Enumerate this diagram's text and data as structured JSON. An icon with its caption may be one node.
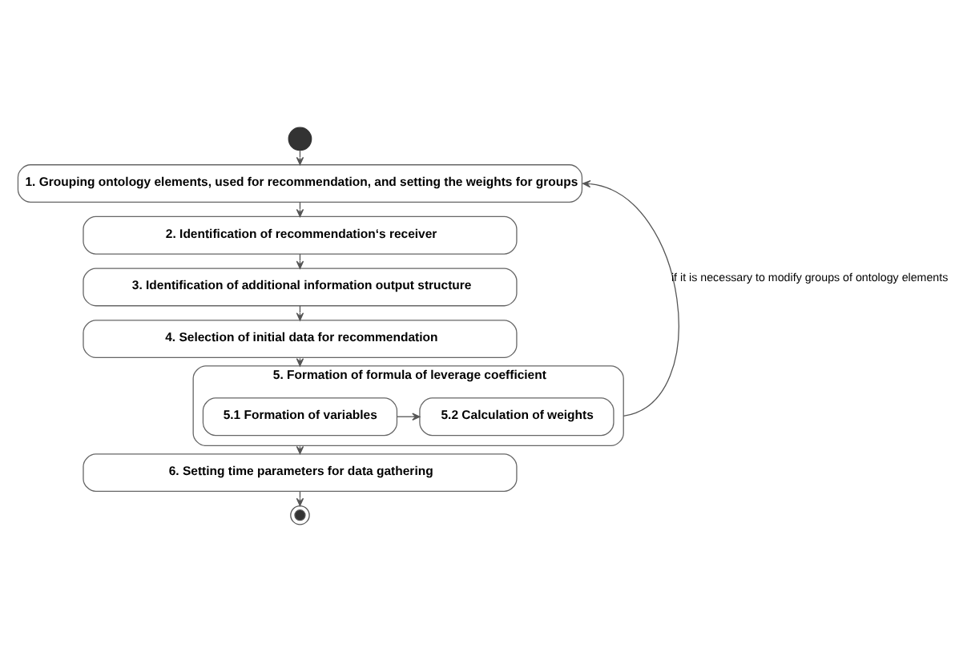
{
  "diagram": {
    "nodes": [
      {
        "text": [],
        "shape": "circle"
      },
      {
        "text": [
          "1. Grouping ontology elements, used for recommendation, and setting the weights for groups"
        ]
      },
      {
        "text": [
          "2. Identification of recommendation‘s receiver"
        ]
      },
      {
        "text": [
          "3. Identification of additional information output structure"
        ]
      },
      {
        "text": [
          "4. Selection of initial data for recommendation"
        ]
      },
      {
        "text": [
          "5. Formation of formula of leverage coefficient"
        ]
      },
      {
        "text": [
          "5.1 Formation of variables"
        ],
        "in": 5
      },
      {
        "text": [
          "5.2 Calculation of weights"
        ],
        "in": 5
      },
      {
        "text": [
          "6. Setting time parameters for data gathering"
        ]
      },
      {
        "text": [],
        "shape": "circle"
      }
    ],
    "edges": [
      {
        "from": 0,
        "to": 1,
        "arrow": "to"
      },
      {
        "from": 1,
        "to": 2,
        "arrow": "to"
      },
      {
        "from": 2,
        "to": 3,
        "arrow": "to"
      },
      {
        "from": 3,
        "to": 4,
        "arrow": "to"
      },
      {
        "from": 4,
        "to": 5,
        "arrow": "to"
      },
      {
        "from": 6,
        "to": 7,
        "arrow": "to"
      },
      {
        "from": 5,
        "to": 1,
        "arrow": "to",
        "label": "if it is necessary to modify groups of ontology elements"
      },
      {
        "from": 5,
        "to": 8,
        "arrow": "to"
      },
      {
        "from": 8,
        "to": 9,
        "arrow": "to"
      }
    ]
  }
}
